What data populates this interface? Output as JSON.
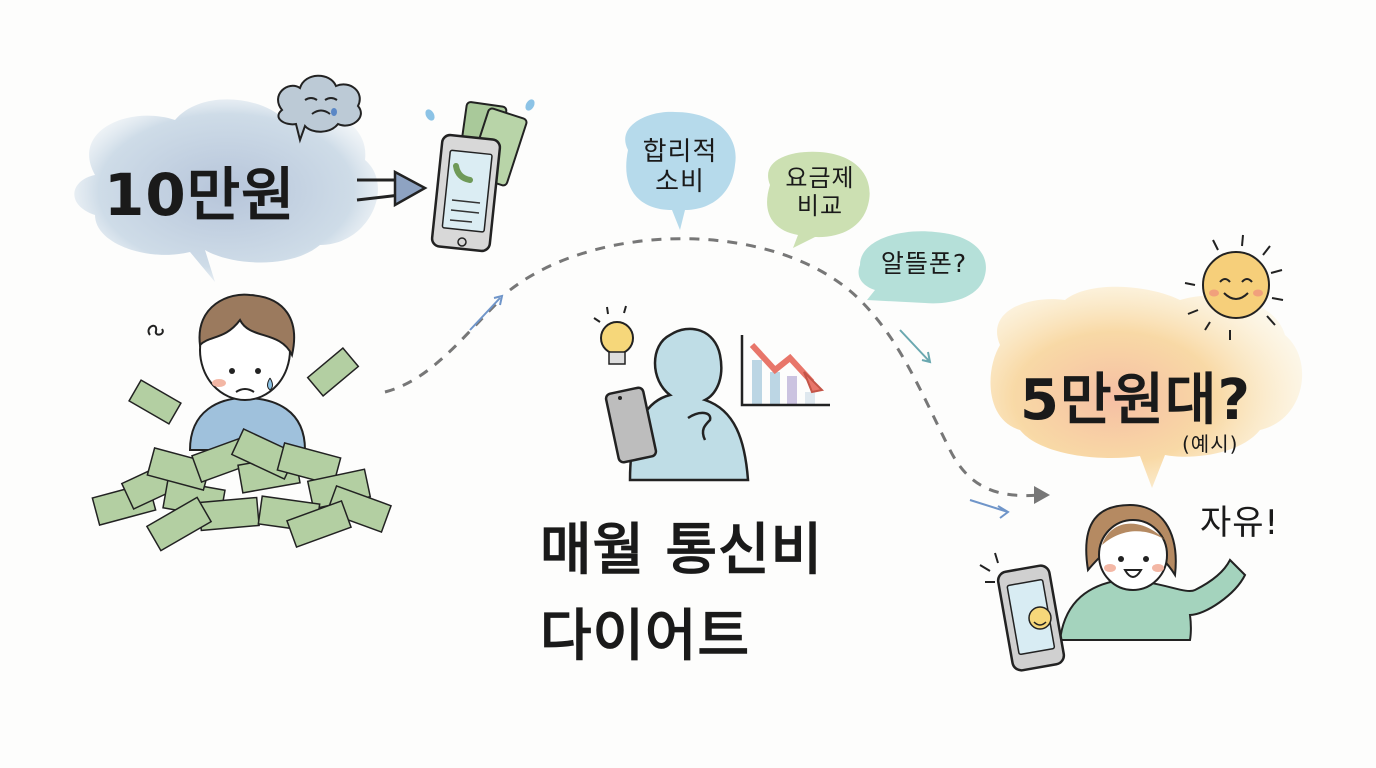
{
  "illustration": {
    "title_line1": "매월 통신비",
    "title_line2": "다이어트",
    "before": {
      "amount_label": "10만원",
      "mood": "worried"
    },
    "tips": [
      {
        "line1": "합리적",
        "line2": "소비",
        "color": "#a9d3e8"
      },
      {
        "line1": "요금제",
        "line2": "비교",
        "color": "#c3dba5"
      },
      {
        "line1": "알뜰폰?",
        "line2": "",
        "color": "#a8dbd2"
      }
    ],
    "after": {
      "amount_label": "5만원대?",
      "note": "(예시)",
      "exclamation": "자유!"
    },
    "icons": [
      "worried-cloud-icon",
      "phone-with-money-icon",
      "money-pile-icon",
      "lightbulb-icon",
      "declining-chart-icon",
      "sun-icon",
      "smiley-phone-icon"
    ],
    "colors": {
      "before_cloud": "#b9c9dc",
      "after_cloud": "#f8d9a0",
      "money": "#a9c99a",
      "path_dash": "#777777",
      "chart_arrow": "#e8766a"
    }
  }
}
